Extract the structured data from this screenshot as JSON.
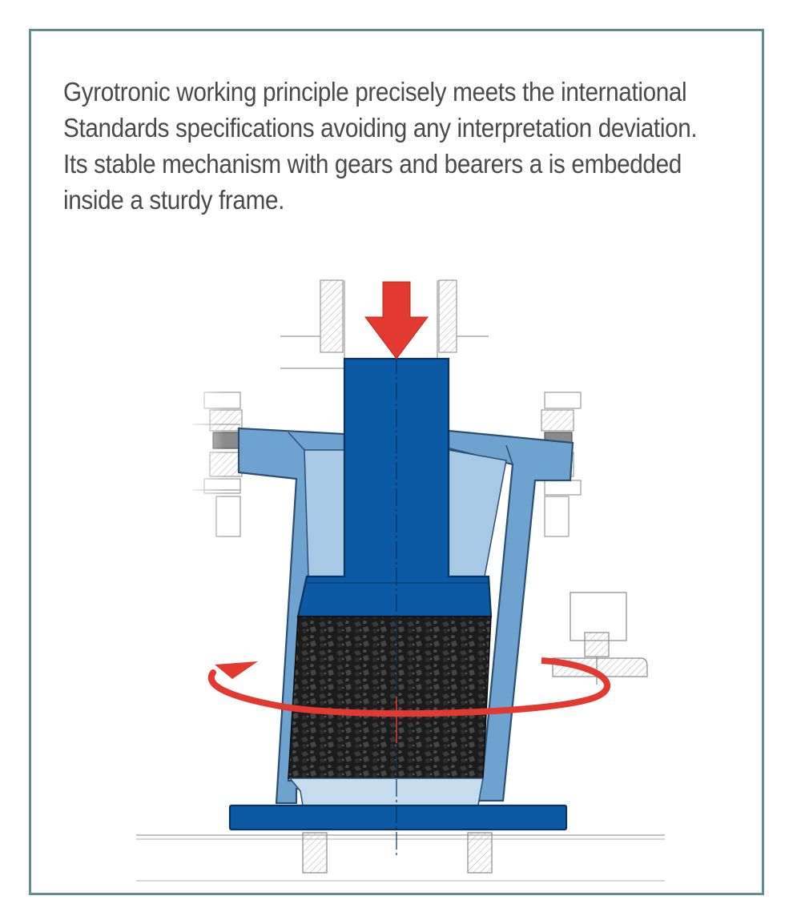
{
  "description_lines": [
    "Gyrotronic working principle precisely meets the international",
    "Standards specifications avoiding any interpretation deviation.",
    "Its stable mechanism with gears and bearers a is embedded",
    "inside a sturdy frame."
  ],
  "colors": {
    "frame_border": "#5f8d91",
    "mould_light": "#6fa3cf",
    "mould_inner": "#a7c9e6",
    "piston_dark": "#0a5aa5",
    "sample": "#1c1c1c",
    "arrow": "#e23a30"
  },
  "icons": {
    "load": "down-arrow-icon",
    "rotation": "rotation-arrow-icon"
  }
}
